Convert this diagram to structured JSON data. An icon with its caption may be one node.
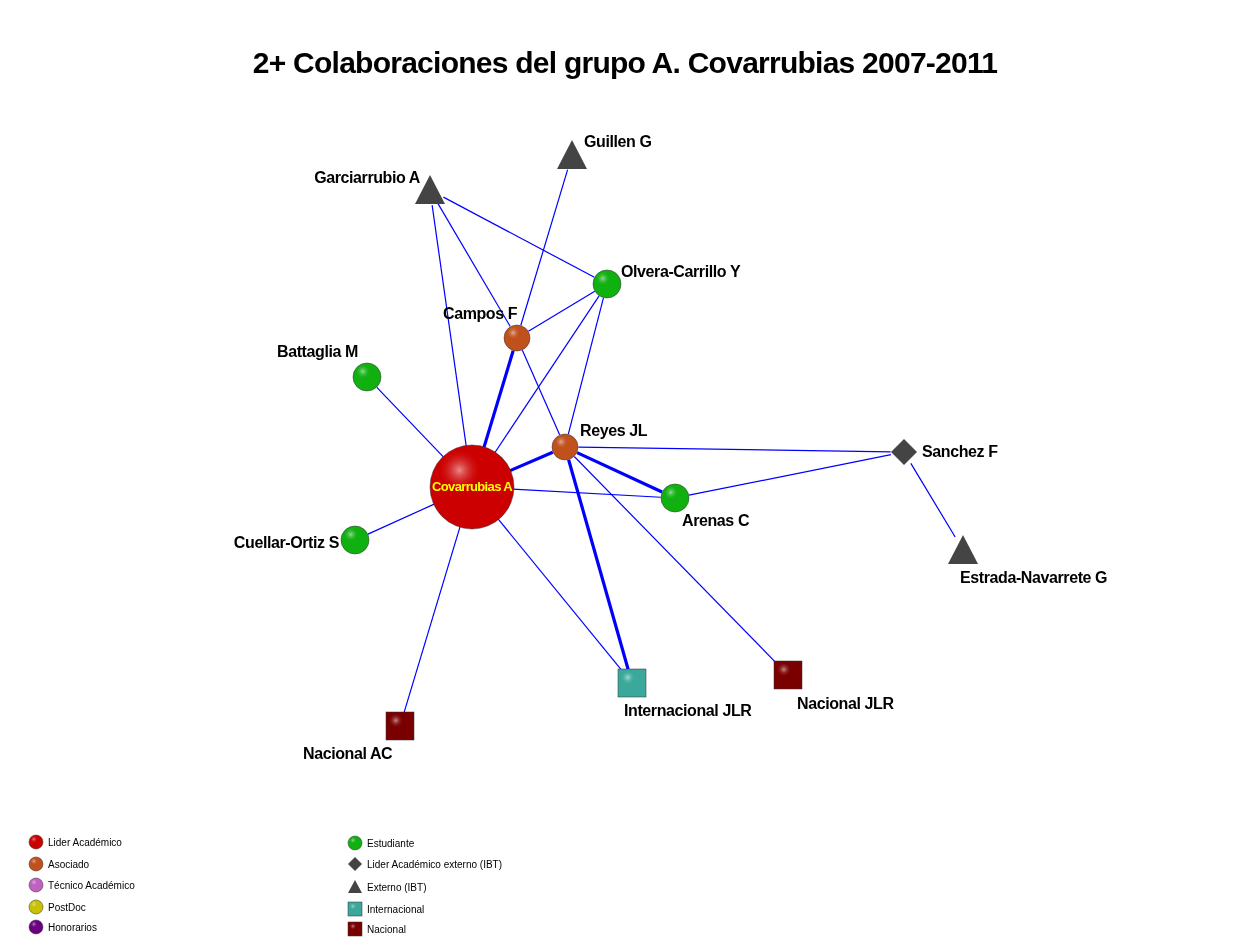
{
  "diagram": {
    "title": "2+ Colaboraciones del grupo A. Covarrubias 2007-2011",
    "nodes": [
      {
        "text": [
          "Covarrubias A"
        ]
      },
      {
        "text": [],
        "shape": "triangle",
        "beside": [
          "Garciarrubio A"
        ]
      },
      {
        "text": [],
        "shape": "triangle",
        "beside": [
          "Guillen G"
        ]
      },
      {
        "text": [],
        "shape": "circle",
        "beside": [
          "Olvera-Carrillo Y"
        ]
      },
      {
        "text": [],
        "shape": "circle",
        "beside": [
          "Campos F"
        ]
      },
      {
        "text": [],
        "shape": "circle",
        "beside": [
          "Battaglia M"
        ]
      },
      {
        "text": [],
        "shape": "circle",
        "beside": [
          "Reyes JL"
        ]
      },
      {
        "text": [],
        "shape": "diamond",
        "beside": [
          "Sanchez F"
        ]
      },
      {
        "text": [],
        "shape": "circle",
        "beside": [
          "Arenas C"
        ]
      },
      {
        "text": [],
        "shape": "circle",
        "beside": [
          "Cuellar-Ortiz S"
        ]
      },
      {
        "text": [],
        "shape": "triangle",
        "beside": [
          "Estrada-Navarrete G"
        ]
      },
      {
        "text": [],
        "shape": "square",
        "beside": [
          "Nacional AC"
        ]
      },
      {
        "text": [],
        "shape": "square",
        "beside": [
          "Internacional JLR"
        ]
      },
      {
        "text": [],
        "shape": "square",
        "beside": [
          "Nacional JLR"
        ]
      }
    ],
    "edges": [
      {
        "from": 1,
        "to": 0,
        "arrow": "none"
      },
      {
        "from": 1,
        "to": 4,
        "arrow": "none"
      },
      {
        "from": 1,
        "to": 3,
        "arrow": "none"
      },
      {
        "from": 2,
        "to": 4,
        "arrow": "none"
      },
      {
        "from": 3,
        "to": 4,
        "arrow": "none"
      },
      {
        "from": 3,
        "to": 0,
        "arrow": "none"
      },
      {
        "from": 3,
        "to": 6,
        "arrow": "none"
      },
      {
        "from": 4,
        "to": 0,
        "arrow": "none",
        "style": "thick"
      },
      {
        "from": 4,
        "to": 6,
        "arrow": "none"
      },
      {
        "from": 5,
        "to": 0,
        "arrow": "none"
      },
      {
        "from": 6,
        "to": 0,
        "arrow": "none",
        "style": "thick"
      },
      {
        "from": 6,
        "to": 7,
        "arrow": "none"
      },
      {
        "from": 6,
        "to": 8,
        "arrow": "none",
        "style": "thick"
      },
      {
        "from": 6,
        "to": 12,
        "arrow": "none",
        "style": "thick"
      },
      {
        "from": 6,
        "to": 13,
        "arrow": "none"
      },
      {
        "from": 0,
        "to": 8,
        "arrow": "none"
      },
      {
        "from": 8,
        "to": 7,
        "arrow": "none"
      },
      {
        "from": 7,
        "to": 10,
        "arrow": "none"
      },
      {
        "from": 9,
        "to": 0,
        "arrow": "none"
      },
      {
        "from": 0,
        "to": 11,
        "arrow": "none"
      },
      {
        "from": 0,
        "to": 12,
        "arrow": "none"
      }
    ],
    "legend": [
      {
        "text": "Lider Académico",
        "color": "#cc0000"
      },
      {
        "text": "Asociado",
        "color": "#c0501c"
      },
      {
        "text": "Técnico Académico",
        "color": "#c060c0"
      },
      {
        "text": "PostDoc",
        "color": "#c8c000"
      },
      {
        "text": "Honorarios",
        "color": "#6a0080"
      },
      {
        "text": "Estudiante",
        "color": "#10b010"
      },
      {
        "text": "Lider Académico externo (IBT)"
      },
      {
        "text": "Externo (IBT)"
      },
      {
        "text": "Internacional",
        "color": "#3aa89a"
      },
      {
        "text": "Nacional",
        "color": "#7a0000"
      }
    ]
  }
}
